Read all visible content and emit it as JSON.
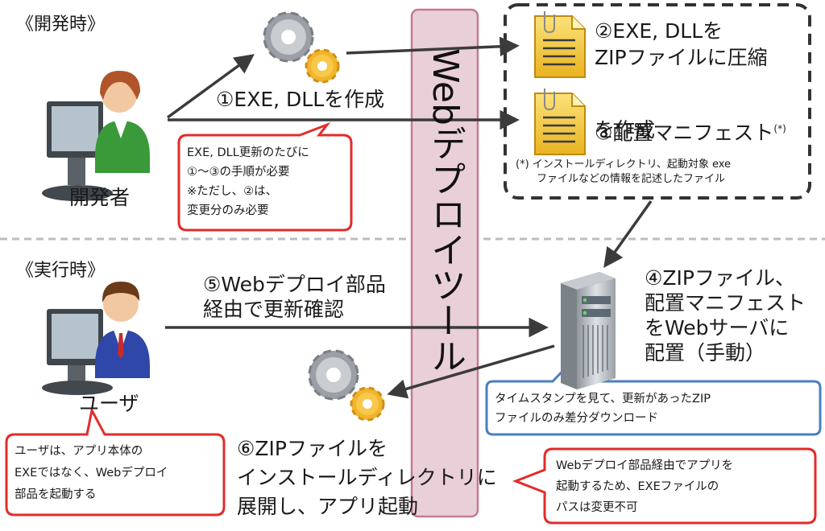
{
  "sections": {
    "dev": "《開発時》",
    "run": "《実行時》"
  },
  "tool_label": "Webデプロイツール",
  "actors": {
    "developer": "開発者",
    "user": "ユーザ"
  },
  "steps": {
    "s1": "①EXE, DLLを作成",
    "s2": "②EXE, DLLを\nZIPファイルに圧縮",
    "s3": "③配置マニフェスト",
    "s3_mark": "(*)",
    "s3_line2": "を作成",
    "s3_footnote": "(*) インストールディレクトリ、起動対象 exe\n　　ファイルなどの情報を記述したファイル",
    "s4": "④ZIPファイル、\n配置マニフェスト\nをWebサーバに\n配置（手動）",
    "s5": "⑤Webデプロイ部品\n経由で更新確認",
    "s6": "⑥ZIPファイルを\nインストールディレクトリに\n展開し、アプリ起動"
  },
  "callouts": {
    "dev_note": "EXE, DLL更新のたびに\n①～③の手順が必要\n※ただし、②は、\n変更分のみ必要",
    "server_note": "タイムスタンプを見て、更新があったZIP\nファイルのみ差分ダウンロード",
    "user_note": "ユーザは、アプリ本体の\nEXEではなく、Webデプロイ\n部品を起動する",
    "path_note": "Webデプロイ部品経由でアプリを\n起動するため、EXEファイルの\nパスは変更不可"
  },
  "icons": [
    "developer-person-icon",
    "user-person-icon",
    "gear-icon",
    "document-icon",
    "server-icon"
  ],
  "colors": {
    "callout_red": "#e32b2b",
    "callout_blue": "#4a7ec0",
    "tool_band_fill": "#e9cfd8",
    "tool_band_border": "#c47a93",
    "arrow": "#3b3b3b",
    "doc_yellow": "#f3c62f"
  }
}
